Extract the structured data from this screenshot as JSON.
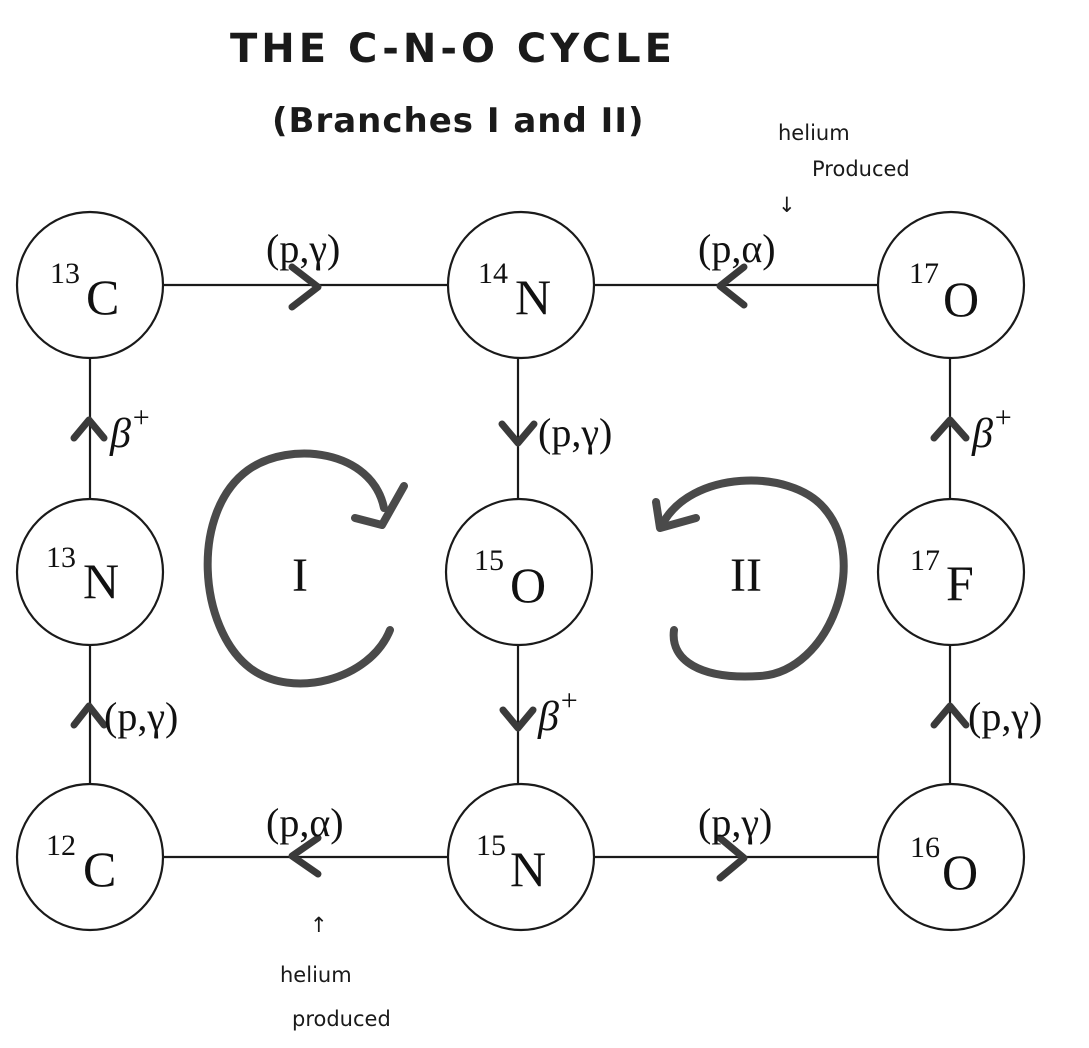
{
  "title": "THE C-N-O CYCLE",
  "subtitle": "(Branches I and II)",
  "nodes": {
    "c13": {
      "mass": "13",
      "symbol": "C"
    },
    "n14": {
      "mass": "14",
      "symbol": "N"
    },
    "o17": {
      "mass": "17",
      "symbol": "O"
    },
    "n13": {
      "mass": "13",
      "symbol": "N"
    },
    "o15": {
      "mass": "15",
      "symbol": "O"
    },
    "f17": {
      "mass": "17",
      "symbol": "F"
    },
    "c12": {
      "mass": "12",
      "symbol": "C"
    },
    "n15": {
      "mass": "15",
      "symbol": "N"
    },
    "o16": {
      "mass": "16",
      "symbol": "O"
    }
  },
  "reactions": {
    "c13_to_n14": "(p,γ)",
    "o17_to_n14": "(p,α)",
    "n14_to_o15": "(p,γ)",
    "n13_to_c13_beta": "β",
    "n13_to_c13_plus": "+",
    "f17_to_o17_beta": "β",
    "f17_to_o17_plus": "+",
    "c12_to_n13": "(p,γ)",
    "o15_to_n15_beta": "β",
    "o15_to_n15_plus": "+",
    "o16_to_f17": "(p,γ)",
    "n15_to_c12": "(p,α)",
    "n15_to_o16": "(p,γ)"
  },
  "branches": {
    "one": "I",
    "two": "II"
  },
  "annotations": {
    "top_line1": "helium",
    "top_line2": "Produced",
    "top_arrow": "↓",
    "bottom_arrow": "↑",
    "bottom_line1": "helium",
    "bottom_line2": "produced"
  }
}
